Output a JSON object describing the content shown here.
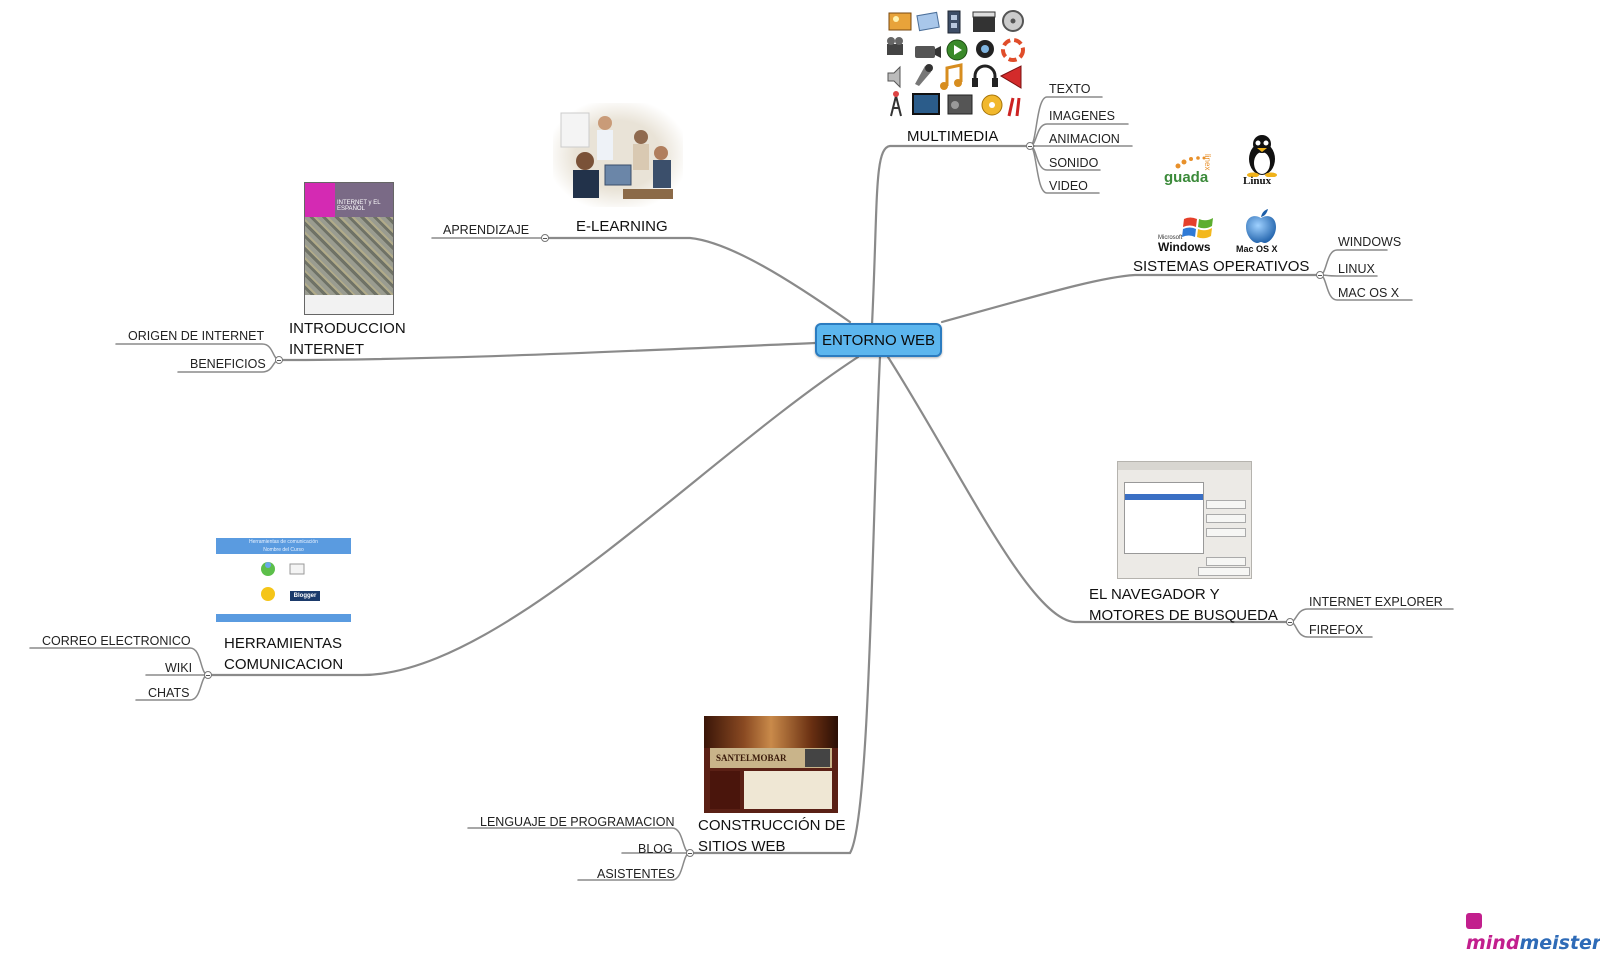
{
  "root": {
    "label": "ENTORNO WEB"
  },
  "branches": {
    "multimedia": {
      "label": "MULTIMEDIA",
      "children": [
        "TEXTO",
        "IMAGENES",
        "ANIMACION",
        "SONIDO",
        "VIDEO"
      ]
    },
    "elearning": {
      "label": "E-LEARNING",
      "children": [
        "APRENDIZAJE"
      ]
    },
    "sistemas": {
      "label": "SISTEMAS OPERATIVOS",
      "children": [
        "WINDOWS",
        "LINUX",
        "MAC OS X"
      ]
    },
    "introduccion": {
      "label_line1": "INTRODUCCION",
      "label_line2": "INTERNET",
      "children": [
        "ORIGEN DE INTERNET",
        "BENEFICIOS"
      ]
    },
    "herramientas": {
      "label_line1": "HERRAMIENTAS",
      "label_line2": "COMUNICACION",
      "children": [
        "CORREO ELECTRONICO",
        "WIKI",
        "CHATS"
      ]
    },
    "navegador": {
      "label_line1": "EL NAVEGADOR Y",
      "label_line2": "MOTORES DE BUSQUEDA",
      "children": [
        "INTERNET EXPLORER",
        "FIREFOX"
      ]
    },
    "construccion": {
      "label_line1": "CONSTRUCCIÓN DE",
      "label_line2": "SITIOS WEB",
      "children": [
        "LENGUAJE DE PROGRAMACION",
        "BLOG",
        "ASISTENTES"
      ]
    }
  },
  "images": {
    "os_logos": {
      "guadalinex": "guada",
      "guadalinex_small": "linex",
      "linux": "Linux",
      "windows_small": "Microsoft",
      "windows": "Windows",
      "mac": "Mac OS X"
    },
    "book": {
      "title": "INTERNET y EL ESPAÑOL"
    },
    "communication_card": {
      "title": "Herramientas de comunicación",
      "subtitle": "Nombre del Curso",
      "badge": "Blogger"
    },
    "website": {
      "name": "SANTELMOBAR"
    }
  },
  "branding": {
    "mind": "mind",
    "meister": "meister"
  },
  "colors": {
    "root_fill": "#5cb6ee",
    "root_border": "#2b7cc0",
    "branch_line": "#8a8a8a",
    "brand_pink": "#c21f8d",
    "brand_blue": "#2e6bb7"
  }
}
